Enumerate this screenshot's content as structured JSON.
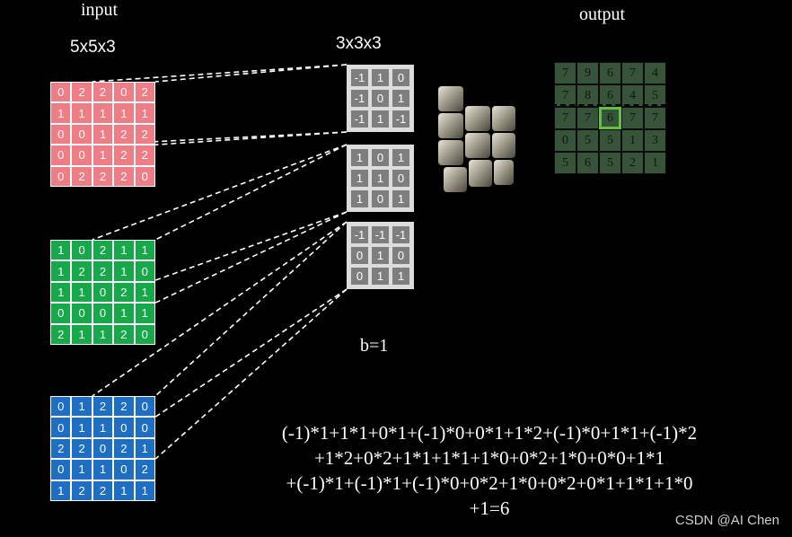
{
  "labels": {
    "input": "input",
    "input_shape": "5x5x3",
    "kernel_shape": "3x3x3",
    "output": "output",
    "bias": "b=1"
  },
  "input": {
    "red": [
      [
        0,
        2,
        2,
        0,
        2
      ],
      [
        1,
        1,
        1,
        1,
        1
      ],
      [
        0,
        0,
        1,
        2,
        2
      ],
      [
        0,
        0,
        1,
        2,
        2
      ],
      [
        0,
        2,
        2,
        2,
        0
      ]
    ],
    "green": [
      [
        1,
        0,
        2,
        1,
        1
      ],
      [
        1,
        2,
        2,
        1,
        0
      ],
      [
        1,
        1,
        0,
        2,
        1
      ],
      [
        0,
        0,
        0,
        1,
        1
      ],
      [
        2,
        1,
        1,
        2,
        0
      ]
    ],
    "blue": [
      [
        0,
        1,
        2,
        2,
        0
      ],
      [
        0,
        1,
        1,
        0,
        0
      ],
      [
        2,
        2,
        0,
        2,
        1
      ],
      [
        0,
        1,
        1,
        0,
        2
      ],
      [
        1,
        2,
        2,
        1,
        1
      ]
    ]
  },
  "kernels": [
    [
      [
        "-1",
        "1",
        "0"
      ],
      [
        "-1",
        "0",
        "1"
      ],
      [
        "-1",
        "1",
        "-1"
      ]
    ],
    [
      [
        "1",
        "0",
        "1"
      ],
      [
        "1",
        "1",
        "0"
      ],
      [
        "1",
        "0",
        "1"
      ]
    ],
    [
      [
        "-1",
        "-1",
        "-1"
      ],
      [
        "0",
        "1",
        "0"
      ],
      [
        "0",
        "1",
        "1"
      ]
    ]
  ],
  "output": {
    "grid": [
      [
        7,
        9,
        6,
        7,
        4
      ],
      [
        7,
        8,
        6,
        4,
        5
      ],
      [
        7,
        7,
        6,
        7,
        7
      ],
      [
        0,
        5,
        5,
        1,
        3
      ],
      [
        5,
        6,
        5,
        2,
        1
      ]
    ],
    "highlight": {
      "row": 2,
      "col": 2
    }
  },
  "formula": {
    "line1": "(-1)*1+1*1+0*1+(-1)*0+0*1+1*2+(-1)*0+1*1+(-1)*2",
    "line2": "+1*2+0*2+1*1+1*1+1*0+0*2+1*0+0*0+1*1",
    "line3": "+(-1)*1+(-1)*1+(-1)*0+0*2+1*0+0*2+0*1+1*1+1*0",
    "line4": "+1=6"
  },
  "watermark": "CSDN @AI Chen"
}
